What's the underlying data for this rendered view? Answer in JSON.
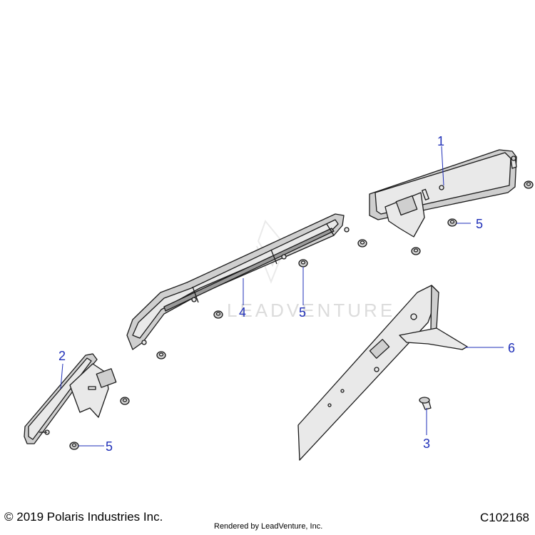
{
  "callouts": {
    "c1": "1",
    "c2": "2",
    "c3": "3",
    "c4": "4",
    "c5a": "5",
    "c5b": "5",
    "c5c": "5",
    "c6": "6"
  },
  "watermark": "LEADVENTURE",
  "footer": {
    "copyright": "© 2019 Polaris Industries Inc.",
    "rendered_by": "Rendered by LeadVenture, Inc.",
    "diagram_id": "C102168"
  },
  "colors": {
    "callout": "#1f2fb8",
    "line": "#1a1a1a",
    "watermark": "#dcdcdc"
  }
}
